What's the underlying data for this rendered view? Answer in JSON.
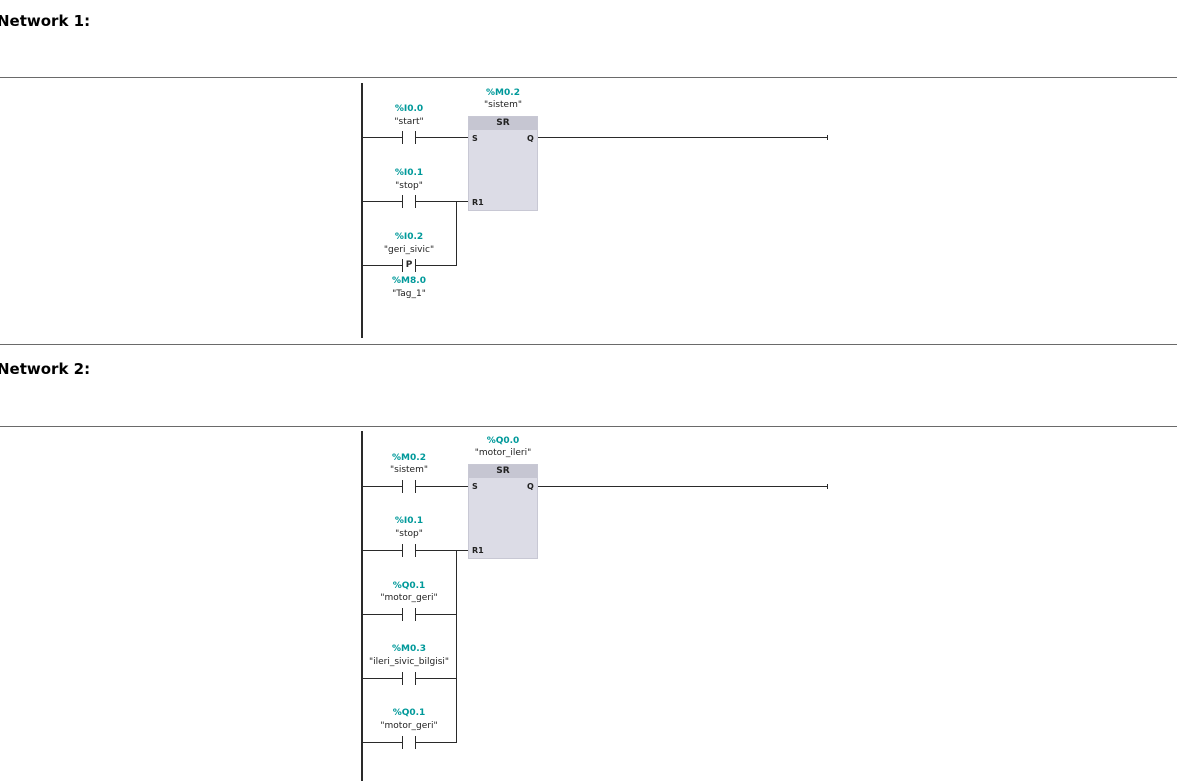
{
  "network1": {
    "title": "Network 1:",
    "coil": {
      "address": "%M0.2",
      "symbol": "\"sistem\"",
      "block": "SR",
      "pin_s": "S",
      "pin_q": "Q",
      "pin_r": "R1"
    },
    "contacts": [
      {
        "address": "%I0.0",
        "symbol": "\"start\""
      },
      {
        "address": "%I0.1",
        "symbol": "\"stop\""
      },
      {
        "address": "%I0.2",
        "symbol": "\"geri_sivic\"",
        "type": "P",
        "edge_address": "%M8.0",
        "edge_symbol": "\"Tag_1\""
      }
    ]
  },
  "network2": {
    "title": "Network 2:",
    "coil": {
      "address": "%Q0.0",
      "symbol": "\"motor_ileri\"",
      "block": "SR",
      "pin_s": "S",
      "pin_q": "Q",
      "pin_r": "R1"
    },
    "contacts": [
      {
        "address": "%M0.2",
        "symbol": "\"sistem\""
      },
      {
        "address": "%I0.1",
        "symbol": "\"stop\""
      },
      {
        "address": "%Q0.1",
        "symbol": "\"motor_geri\""
      },
      {
        "address": "%M0.3",
        "symbol": "\"ileri_sivic_bilgisi\""
      },
      {
        "address": "%Q0.1",
        "symbol": "\"motor_geri\""
      }
    ]
  }
}
